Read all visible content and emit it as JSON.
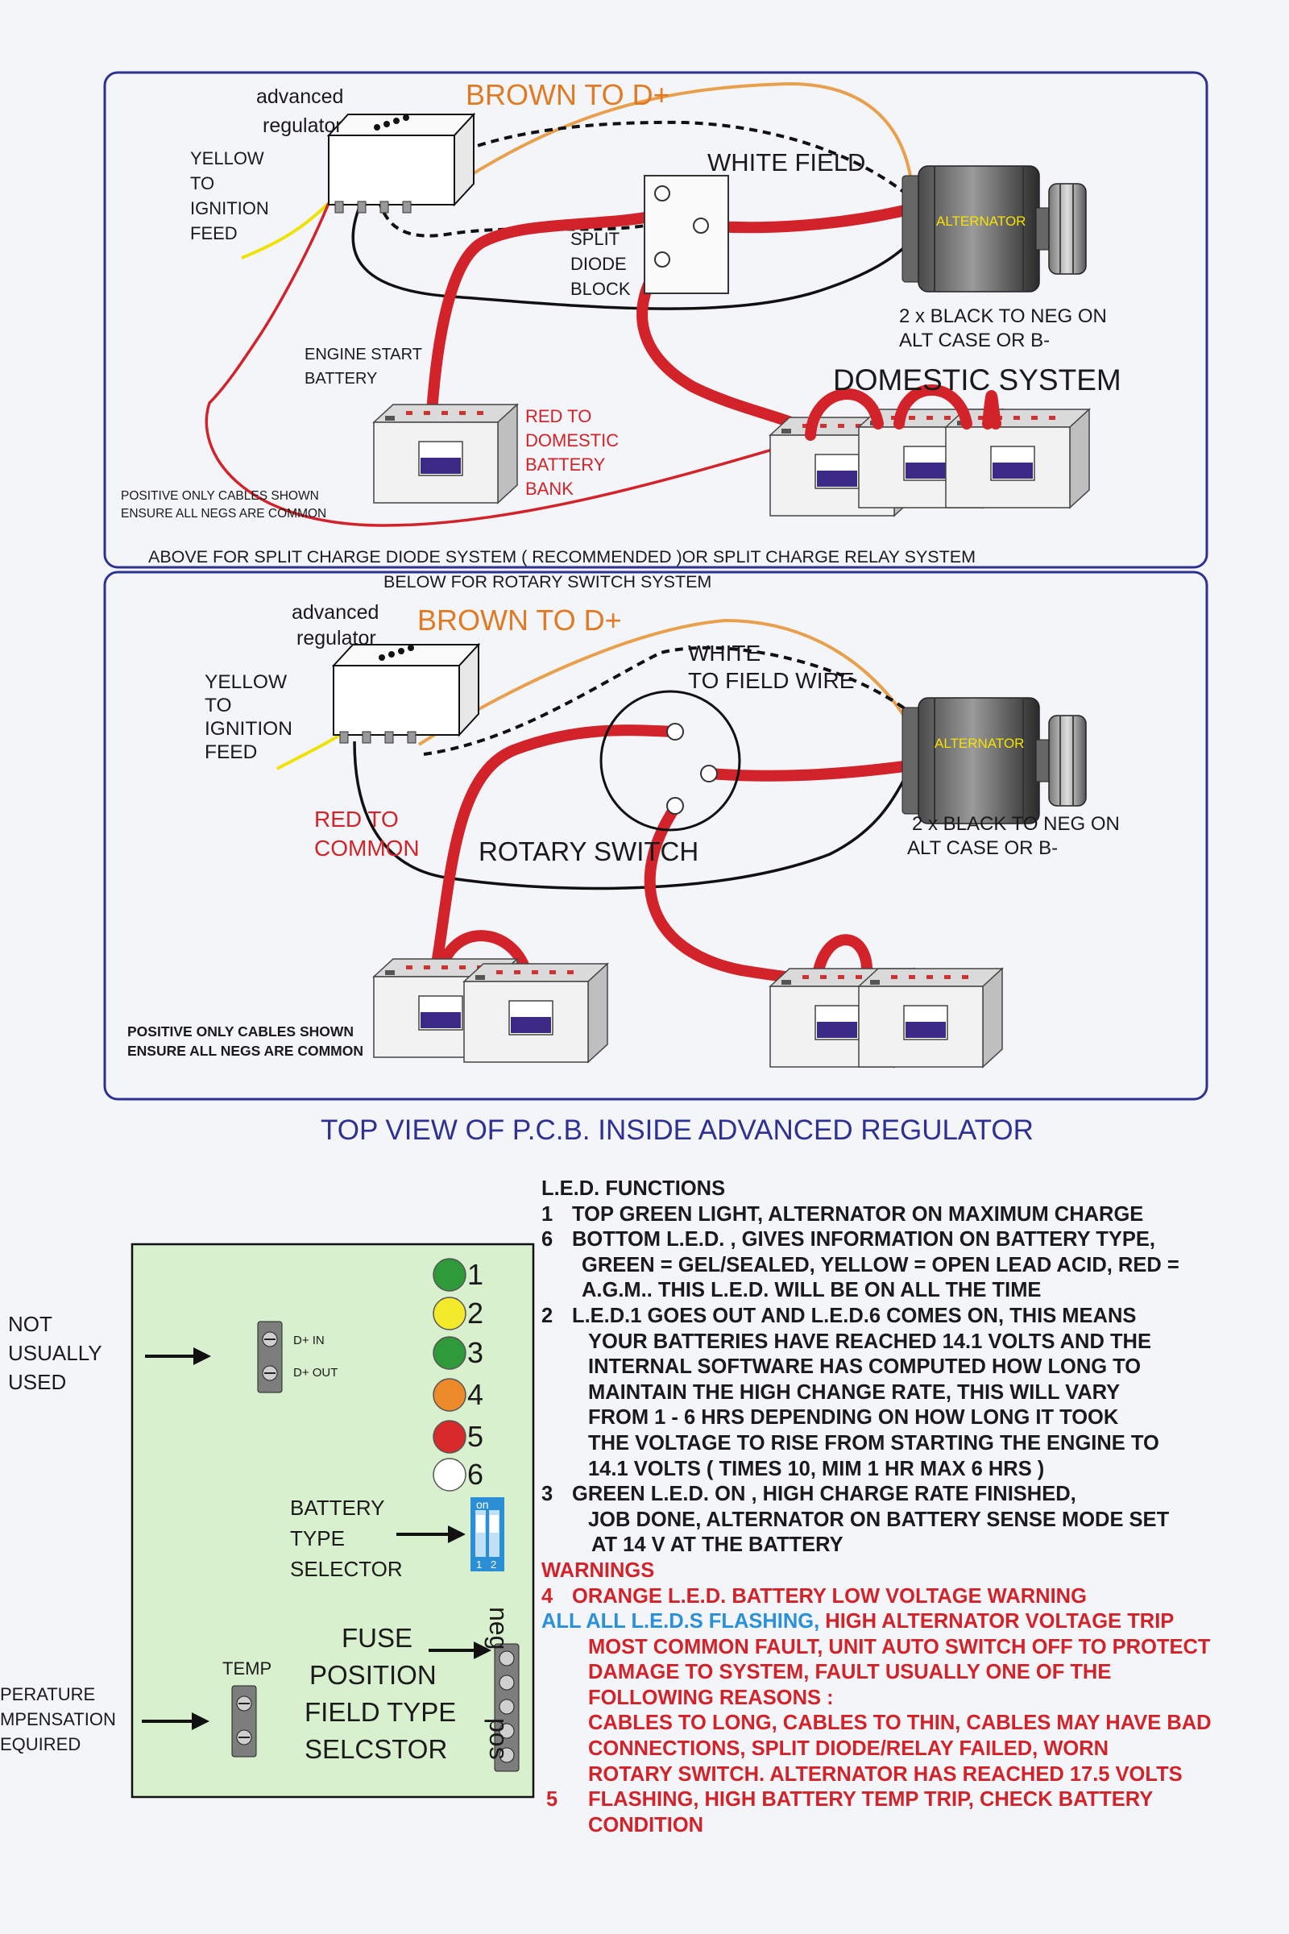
{
  "top_panel": {
    "regulator_label": [
      "advanced",
      "regulator"
    ],
    "brown_wire": "BROWN TO D+",
    "white_wire": "WHITE FIELD",
    "yellow_label": [
      "YELLOW",
      "TO",
      "IGNITION",
      "FEED"
    ],
    "diode_label": [
      "SPLIT",
      "DIODE",
      "BLOCK"
    ],
    "alternator_label": "ALTERNATOR",
    "black_label": [
      "2 x BLACK TO NEG ON",
      "ALT CASE OR B-"
    ],
    "domestic_label": "DOMESTIC SYSTEM",
    "engine_label": [
      "ENGINE START",
      "BATTERY"
    ],
    "red_label": [
      "RED TO",
      "DOMESTIC",
      "BATTERY",
      "BANK"
    ],
    "note": [
      "POSITIVE ONLY CABLES SHOWN",
      "ENSURE ALL NEGS ARE COMMON"
    ],
    "caption": "ABOVE FOR SPLIT CHARGE DIODE SYSTEM ( RECOMMENDED )OR SPLIT CHARGE RELAY SYSTEM"
  },
  "bottom_panel": {
    "caption": "BELOW FOR ROTARY SWITCH SYSTEM",
    "regulator_label": [
      "advanced",
      "regulator"
    ],
    "brown_wire": "BROWN TO D+",
    "white_wire": [
      "WHITE",
      "TO FIELD WIRE"
    ],
    "yellow_label": [
      "YELLOW",
      "TO",
      "IGNITION",
      "FEED"
    ],
    "red_label": [
      "RED TO",
      "COMMON"
    ],
    "switch_label": "ROTARY SWITCH",
    "alternator_label": "ALTERNATOR",
    "black_label": [
      "2 x BLACK TO NEG ON",
      "ALT CASE OR B-"
    ],
    "note": [
      "POSITIVE ONLY CABLES SHOWN",
      "ENSURE ALL NEGS ARE COMMON"
    ]
  },
  "pcb": {
    "title": "TOP VIEW OF P.C.B. INSIDE ADVANCED REGULATOR",
    "not_used": [
      "NOT",
      "USUALLY",
      "USED"
    ],
    "temp_comp": [
      "PERATURE",
      "MPENSATION",
      "EQUIRED"
    ],
    "d_in": "D+ IN",
    "d_out": "D+ OUT",
    "led_numbers": [
      "1",
      "2",
      "3",
      "4",
      "5",
      "6"
    ],
    "led_colors": [
      "#2e9a3a",
      "#f3ea2c",
      "#2e9a3a",
      "#ec8a2a",
      "#d82a2a",
      "#ffffff"
    ],
    "battery_selector": [
      "BATTERY",
      "TYPE",
      "SELECTOR"
    ],
    "dip_on": "on",
    "dip_nums": [
      "1",
      "2"
    ],
    "fuse_label": [
      "FUSE",
      "POSITION",
      "FIELD TYPE",
      "SELCSTOR"
    ],
    "neg": "neg",
    "pos": "pos",
    "temp": "TEMP"
  },
  "led_functions": {
    "heading": "L.E.D. FUNCTIONS",
    "item1": {
      "num": "1",
      "text": "TOP GREEN LIGHT, ALTERNATOR ON MAXIMUM CHARGE"
    },
    "item6": {
      "num": "6",
      "first": "BOTTOM L.E.D. , GIVES INFORMATION ON BATTERY TYPE,",
      "lines": [
        "GREEN = GEL/SEALED, YELLOW = OPEN LEAD ACID, RED =",
        "A.G.M..  THIS L.E.D. WILL BE ON ALL THE TIME"
      ]
    },
    "item2": {
      "num": "2",
      "first": "L.E.D.1 GOES OUT AND L.E.D.6 COMES ON, THIS MEANS",
      "lines": [
        "YOUR BATTERIES HAVE REACHED 14.1 VOLTS AND THE",
        "INTERNAL SOFTWARE HAS COMPUTED HOW LONG TO",
        "MAINTAIN THE HIGH CHANGE RATE, THIS WILL VARY",
        "FROM 1 - 6 HRS DEPENDING ON HOW LONG IT TOOK",
        "THE VOLTAGE TO RISE FROM STARTING THE ENGINE TO",
        "14.1 VOLTS ( TIMES 10,   MIM 1 HR MAX 6 HRS )"
      ]
    },
    "item3": {
      "num": "3",
      "first": "GREEN  L.E.D. ON , HIGH CHARGE RATE FINISHED,",
      "lines": [
        "JOB DONE, ALTERNATOR ON BATTERY SENSE MODE SET",
        "AT 14 V AT THE BATTERY"
      ]
    },
    "warnings_heading": "WARNINGS",
    "item4": {
      "num": "4",
      "text": "ORANGE L.E.D.  BATTERY LOW VOLTAGE WARNING"
    },
    "all_item": {
      "prefix": "ALL  ALL L.E.D.S FLASHING,",
      "rest": " HIGH ALTERNATOR VOLTAGE TRIP",
      "lines": [
        "MOST COMMON FAULT, UNIT AUTO SWITCH OFF TO PROTECT",
        "DAMAGE TO SYSTEM, FAULT USUALLY ONE OF THE",
        "FOLLOWING  REASONS :",
        "CABLES TO LONG, CABLES TO THIN, CABLES MAY HAVE BAD",
        "CONNECTIONS, SPLIT DIODE/RELAY FAILED, WORN",
        "ROTARY SWITCH. ALTERNATOR HAS REACHED 17.5 VOLTS"
      ]
    },
    "item5": {
      "num": "5",
      "first": "FLASHING, HIGH BATTERY TEMP TRIP, CHECK BATTERY",
      "lines": [
        "CONDITION"
      ]
    }
  }
}
